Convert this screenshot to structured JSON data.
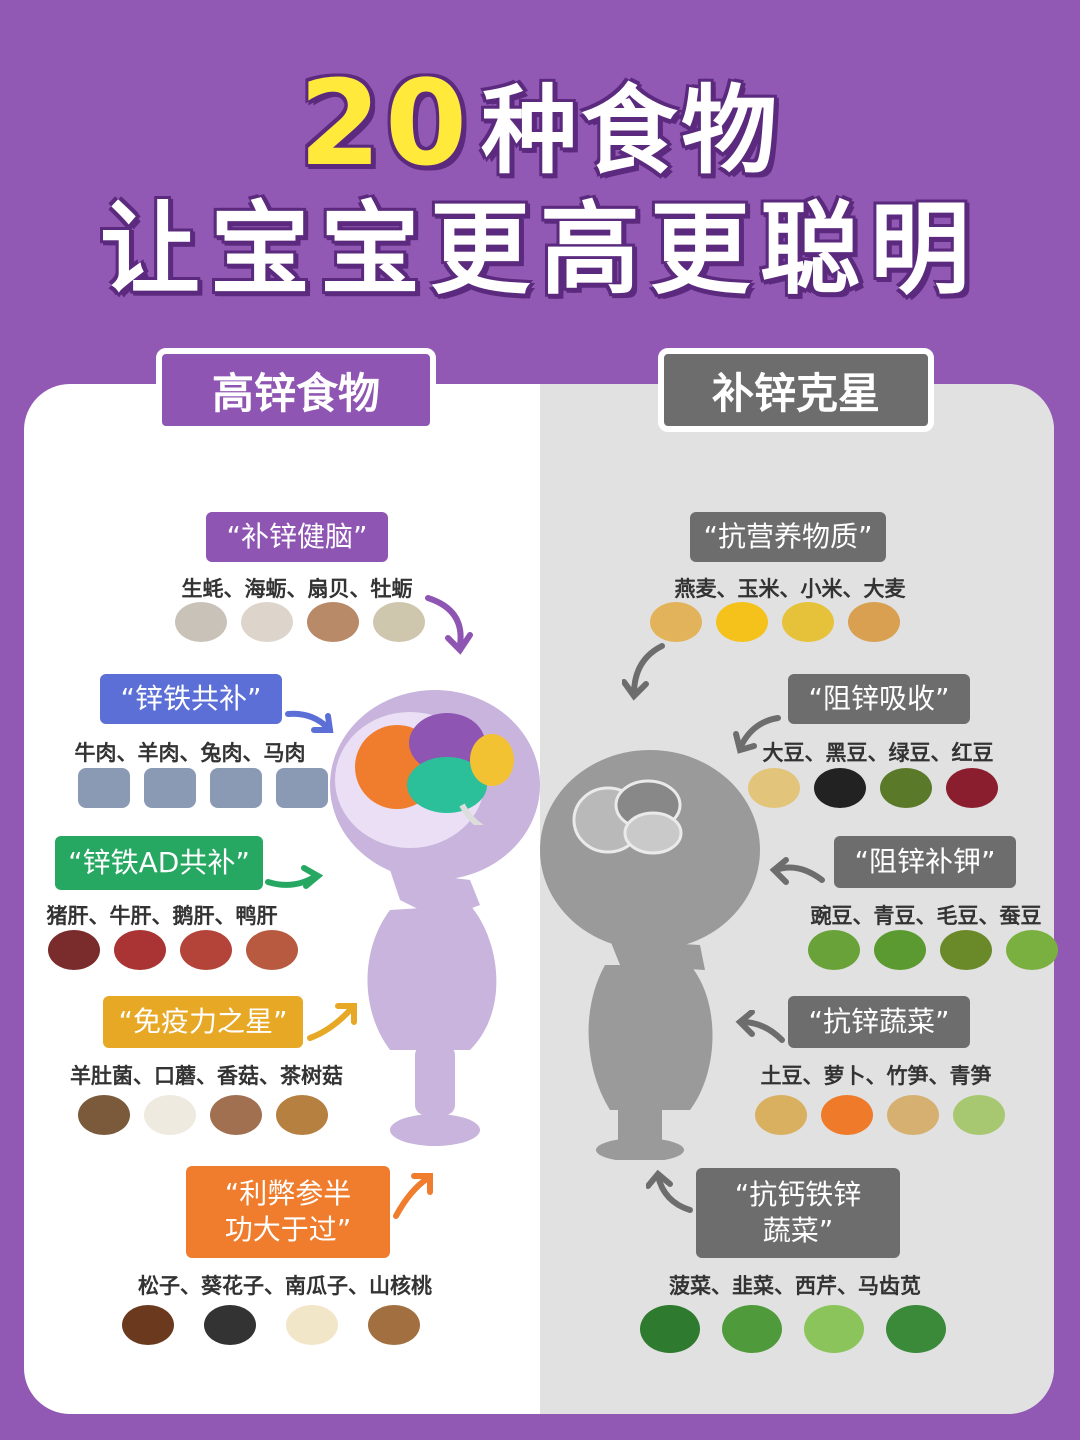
{
  "title": {
    "number": "20",
    "line1_rest": "种食物",
    "line2": "让宝宝更高更聪明"
  },
  "tabs": {
    "left": "高锌食物",
    "right": "补锌克星"
  },
  "left_groups": [
    {
      "badge": "“补锌健脑”",
      "foods": "生蚝、海蛎、扇贝、牡蛎",
      "color": "#8f55b3"
    },
    {
      "badge": "“锌铁共补”",
      "foods": "牛肉、羊肉、兔肉、马肉",
      "color": "#5b6fd6"
    },
    {
      "badge": "“锌铁AD共补”",
      "foods": "猪肝、牛肝、鹅肝、鸭肝",
      "color": "#27a862"
    },
    {
      "badge": "“免疫力之星”",
      "foods": "羊肚菌、口蘑、香菇、茶树菇",
      "color": "#e7a826"
    },
    {
      "badge": "“利弊参半\n功大于过”",
      "foods": "松子、葵花子、南瓜子、山核桃",
      "color": "#ef7d2d"
    }
  ],
  "right_groups": [
    {
      "badge": "“抗营养物质”",
      "foods": "燕麦、玉米、小米、大麦"
    },
    {
      "badge": "“阻锌吸收”",
      "foods": "大豆、黑豆、绿豆、红豆"
    },
    {
      "badge": "“阻锌补钾”",
      "foods": "豌豆、青豆、毛豆、蚕豆"
    },
    {
      "badge": "“抗锌蔬菜”",
      "foods": "土豆、萝卜、竹笋、青笋"
    },
    {
      "badge": "“抗钙铁锌\n蔬菜”",
      "foods": "菠菜、韭菜、西芹、马齿苋"
    }
  ],
  "colors": {
    "bg_purple": "#9159b3",
    "gray_badge": "#6d6d6d",
    "left_panel": "#ffffff",
    "right_panel": "#e1e1e1"
  }
}
